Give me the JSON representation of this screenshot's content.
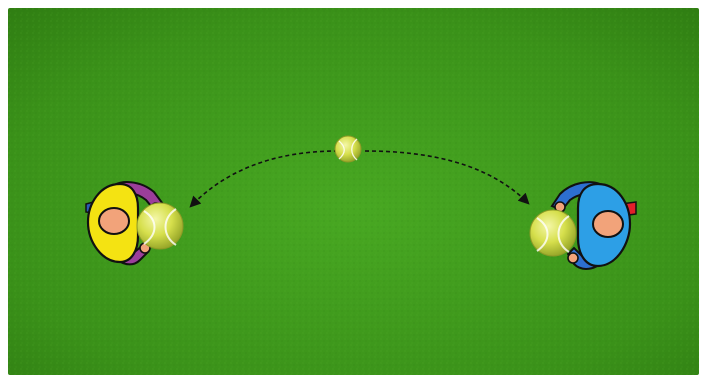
{
  "scene": {
    "description_type": "tennis-drill-diagram",
    "surface_color": "#3f9a1e",
    "players": [
      {
        "id": "left-player",
        "shirt_color": "#f4e312",
        "accent_color": "#9b3e9a",
        "cap_color": "#2a5bb5",
        "facing": "right"
      },
      {
        "id": "right-player",
        "shirt_color": "#2d9fe6",
        "accent_color": "#2d6fd1",
        "cap_color": "#e21f2a",
        "facing": "left"
      }
    ],
    "balls": [
      {
        "id": "center-ball",
        "color": "#dbe45a"
      },
      {
        "id": "left-player-ball",
        "color": "#dbe45a"
      },
      {
        "id": "right-player-ball",
        "color": "#dbe45a"
      }
    ],
    "path": {
      "style": "dashed",
      "color": "#111111",
      "arrowheads": "both-ends"
    }
  }
}
